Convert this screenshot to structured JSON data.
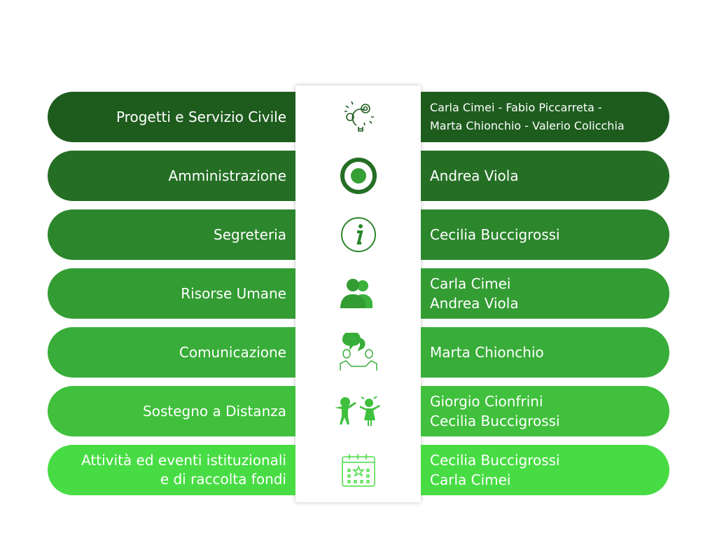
{
  "colors": [
    "#1e5c1e",
    "#256f25",
    "#2c862c",
    "#339c33",
    "#39ad39",
    "#40c03c",
    "#48dc44"
  ],
  "rows": [
    {
      "area": [
        "Progetti e Servizio Civile"
      ],
      "icon": "lightbulb-gears-icon",
      "people": [
        "Carla Cimei -  Fabio Piccarreta -",
        "Marta Chionchio - Valerio Colicchia"
      ]
    },
    {
      "area": [
        "Amministrazione"
      ],
      "icon": "target-icon",
      "people": [
        "Andrea Viola"
      ]
    },
    {
      "area": [
        "Segreteria"
      ],
      "icon": "info-icon",
      "people": [
        "Cecilia Buccigrossi"
      ]
    },
    {
      "area": [
        "Risorse Umane"
      ],
      "icon": "people-icon",
      "people": [
        "Carla Cimei",
        "Andrea Viola"
      ]
    },
    {
      "area": [
        "Comunicazione"
      ],
      "icon": "chat-people-icon",
      "people": [
        "Marta Chionchio"
      ]
    },
    {
      "area": [
        "Sostegno a Distanza"
      ],
      "icon": "children-icon",
      "people": [
        "Giorgio Cionfrini",
        "Cecilia Buccigrossi"
      ]
    },
    {
      "area": [
        "Attività ed eventi istituzionali",
        "e di raccolta fondi"
      ],
      "icon": "calendar-star-icon",
      "people": [
        "Cecilia Buccigrossi",
        "Carla Cimei"
      ]
    }
  ]
}
